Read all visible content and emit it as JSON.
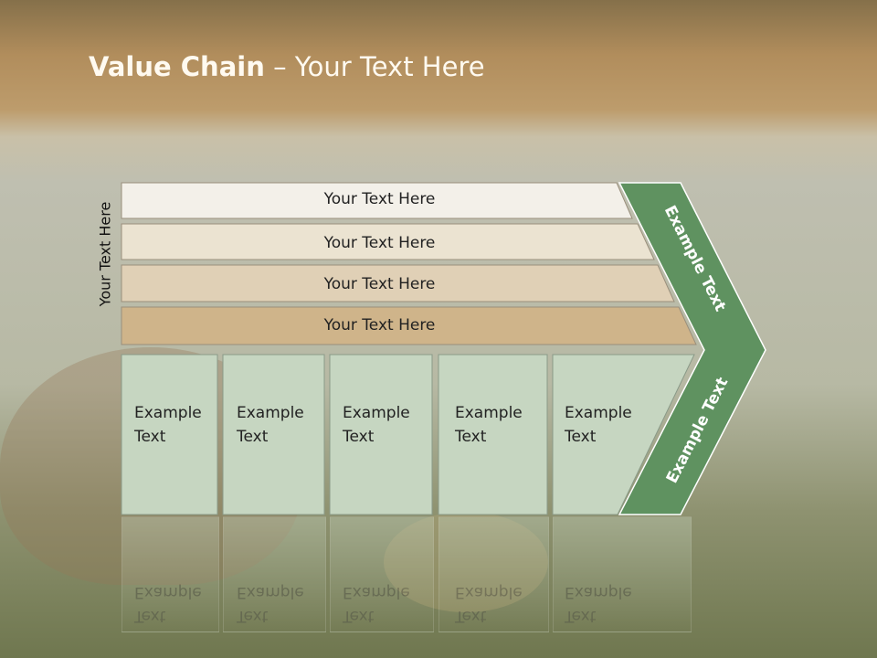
{
  "title": {
    "bold": "Value Chain",
    "rest": " – Your Text Here"
  },
  "side_label": "Your Text Here",
  "rows": [
    {
      "label": "Your Text Here",
      "fill": "#f3f0e9"
    },
    {
      "label": "Your Text Here",
      "fill": "#ebe3d1"
    },
    {
      "label": "Your Text Here",
      "fill": "#e0d0b6"
    },
    {
      "label": "Your Text Here",
      "fill": "#cfb48a"
    }
  ],
  "boxes": [
    {
      "line1": "Example",
      "line2": "Text"
    },
    {
      "line1": "Example",
      "line2": "Text"
    },
    {
      "line1": "Example",
      "line2": "Text"
    },
    {
      "line1": "Example",
      "line2": "Text"
    },
    {
      "line1": "Example",
      "line2": "Text"
    }
  ],
  "chevron": {
    "upper": "Example Text",
    "lower": "Example Text",
    "fill": "#5f9260"
  },
  "colors": {
    "box_fill": "#c6d6c1",
    "title": "#fffaf0"
  }
}
